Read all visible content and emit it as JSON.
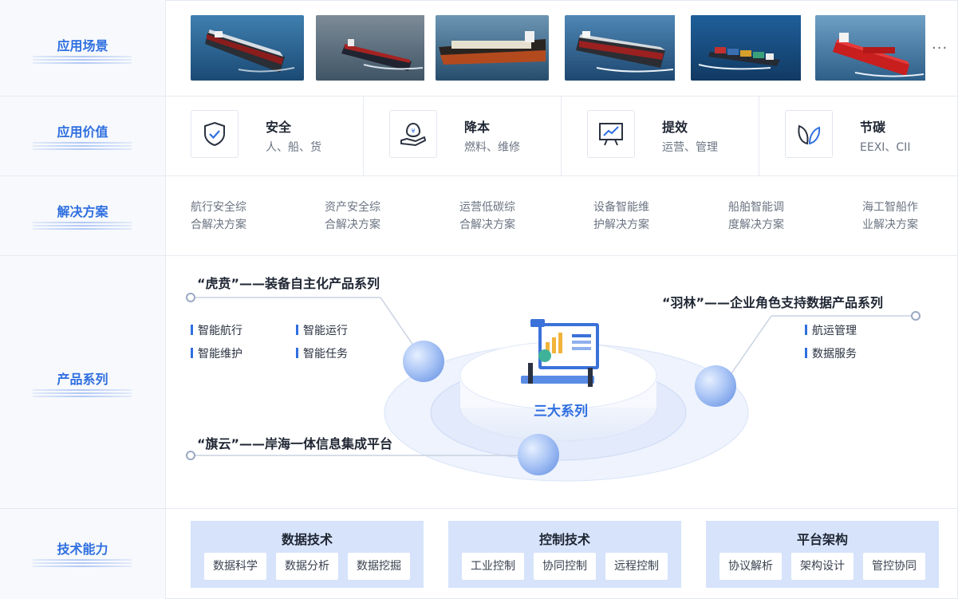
{
  "sections": {
    "scenes": "应用场景",
    "value": "应用价值",
    "solutions": "解决方案",
    "products": "产品系列",
    "tech": "技术能力"
  },
  "scenes": {
    "ships": [
      {
        "icon": "tanker-ship-photo"
      },
      {
        "icon": "bulk-carrier-photo"
      },
      {
        "icon": "lng-carrier-photo"
      },
      {
        "icon": "tanker-ship-photo"
      },
      {
        "icon": "container-ship-photo"
      },
      {
        "icon": "red-tanker-photo"
      }
    ],
    "more": "···"
  },
  "values": [
    {
      "icon": "shield-check-icon",
      "title": "安全",
      "sub": "人、船、货"
    },
    {
      "icon": "hand-money-icon",
      "title": "降本",
      "sub": "燃料、维修"
    },
    {
      "icon": "chart-board-icon",
      "title": "提效",
      "sub": "运营、管理"
    },
    {
      "icon": "leaf-icon",
      "title": "节碳",
      "sub": "EEXI、CII"
    }
  ],
  "solutions": [
    {
      "line1": "航行安全综",
      "line2": "合解决方案"
    },
    {
      "line1": "资产安全综",
      "line2": "合解决方案"
    },
    {
      "line1": "运营低碳综",
      "line2": "合解决方案"
    },
    {
      "line1": "设备智能维",
      "line2": "护解决方案"
    },
    {
      "line1": "船舶智能调",
      "line2": "度解决方案"
    },
    {
      "line1": "海工智船作",
      "line2": "业解决方案"
    }
  ],
  "products": {
    "center": "三大系列",
    "hubei": {
      "title": "“虎贲”——装备自主化产品系列",
      "items": [
        "智能航行",
        "智能运行",
        "智能维护",
        "智能任务"
      ]
    },
    "yulin": {
      "title": "“羽林”——企业角色支持数据产品系列",
      "items": [
        "航运管理",
        "数据服务"
      ]
    },
    "qiyun": {
      "title": "“旗云”——岸海一体信息集成平台"
    }
  },
  "tech": [
    {
      "title": "数据技术",
      "chips": [
        "数据科学",
        "数据分析",
        "数据挖掘"
      ]
    },
    {
      "title": "控制技术",
      "chips": [
        "工业控制",
        "协同控制",
        "远程控制"
      ]
    },
    {
      "title": "平台架构",
      "chips": [
        "协议解析",
        "架构设计",
        "管控协同"
      ]
    }
  ],
  "colors": {
    "accent": "#2f6fe0",
    "chip_bg": "#d6e3fb",
    "sidebar_bg": "#f7f9fc"
  }
}
